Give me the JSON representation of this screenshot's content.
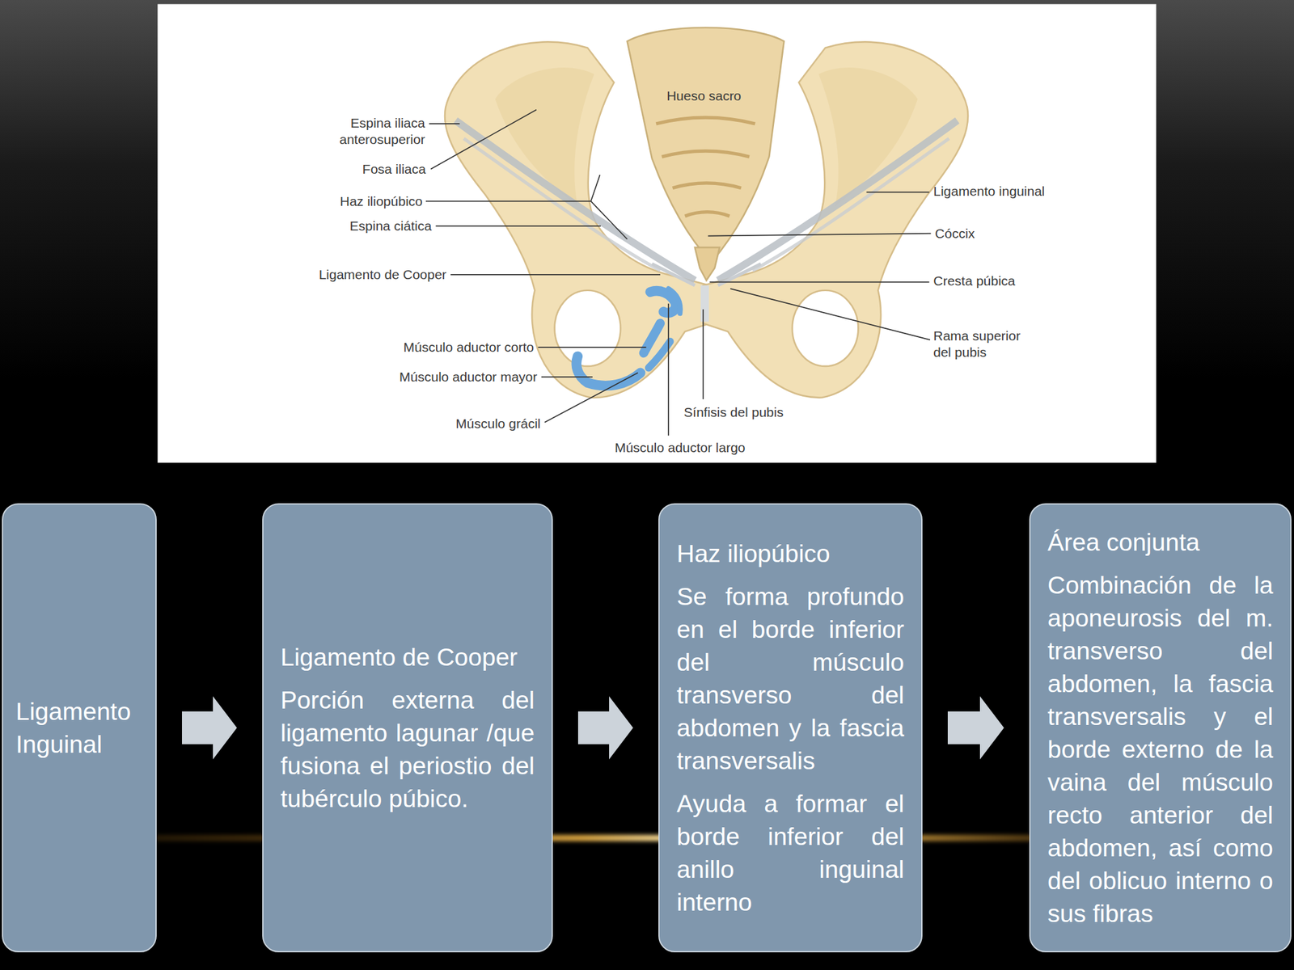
{
  "diagram": {
    "nodes": [
      {
        "text": [
          "Ligamento Inguinal"
        ]
      },
      {
        "text": [
          "Ligamento de Cooper",
          "Porción externa del ligamento lagunar /que fusiona el periostio del tubérculo púbico."
        ]
      },
      {
        "text": [
          "Haz iliopúbico",
          "Se forma profundo en el borde inferior del músculo transverso del abdomen y la fascia transversalis",
          "Ayuda a formar el borde inferior del anillo inguinal interno"
        ]
      },
      {
        "text": [
          "Área conjunta",
          "Combinación de la aponeurosis del m. transverso del abdomen, la fascia transversalis y el borde externo de la vaina del músculo recto anterior del abdomen, así como del oblicuo interno o sus fibras"
        ]
      }
    ],
    "edges": [
      {
        "from": 0,
        "to": 1,
        "arrow": "to"
      },
      {
        "from": 1,
        "to": 2,
        "arrow": "to"
      },
      {
        "from": 2,
        "to": 3,
        "arrow": "to"
      }
    ],
    "labels": [
      "Hueso sacro",
      "Espina iliaca anterosuperior",
      "Fosa iliaca",
      "Haz iliopúbico",
      "Ligamento inguinal",
      "Espina ciática",
      "Cóccix",
      "Ligamento de Cooper",
      "Cresta púbica",
      "Rama superior del pubis",
      "Músculo aductor corto",
      "Músculo aductor mayor",
      "Sínfisis del pubis",
      "Músculo grácil",
      "Músculo aductor largo"
    ]
  }
}
